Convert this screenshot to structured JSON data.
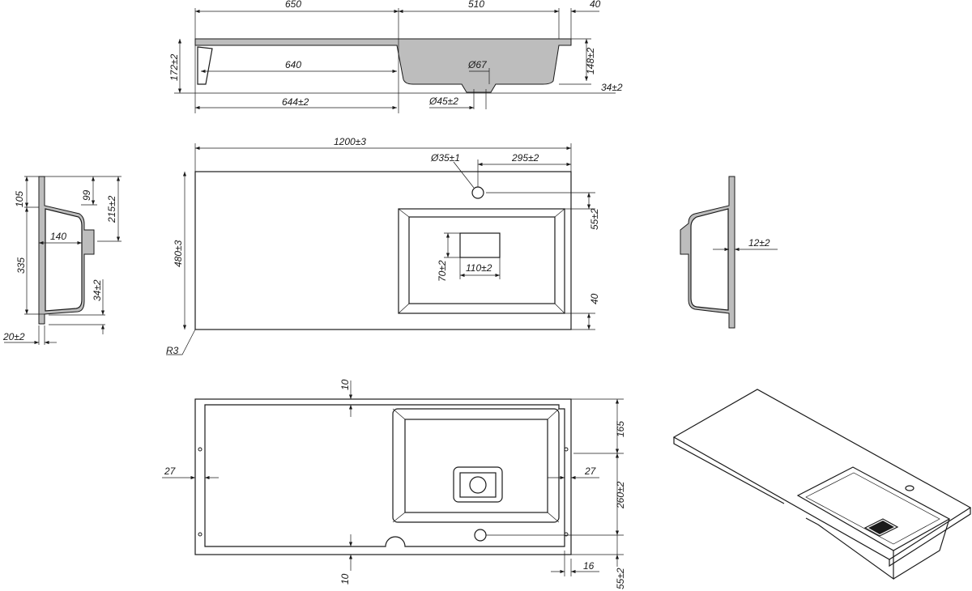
{
  "top_section": {
    "d650": "650",
    "d510": "510",
    "d40": "40",
    "d172": "172±2",
    "d640": "640",
    "d67": "Ø67",
    "d148": "148±2",
    "d34": "34±2",
    "d644": "644±2",
    "d45": "Ø45±2"
  },
  "front_view": {
    "d1200": "1200±3",
    "d35": "Ø35±1",
    "d295": "295±2",
    "d55": "55±2",
    "d480": "480±3",
    "d70": "70±2",
    "d110": "110±2",
    "d40": "40",
    "r3": "R3"
  },
  "left_section": {
    "d105": "105",
    "d99": "99",
    "d215": "215±2",
    "d140": "140",
    "d335": "335",
    "d34": "34±2",
    "d20": "20±2"
  },
  "right_section": {
    "d12": "12±2"
  },
  "bottom_view": {
    "d10a": "10",
    "d27a": "27",
    "d165": "165",
    "d27b": "27",
    "d260": "260±2",
    "d10b": "10",
    "d16": "16",
    "d55": "55±2"
  }
}
